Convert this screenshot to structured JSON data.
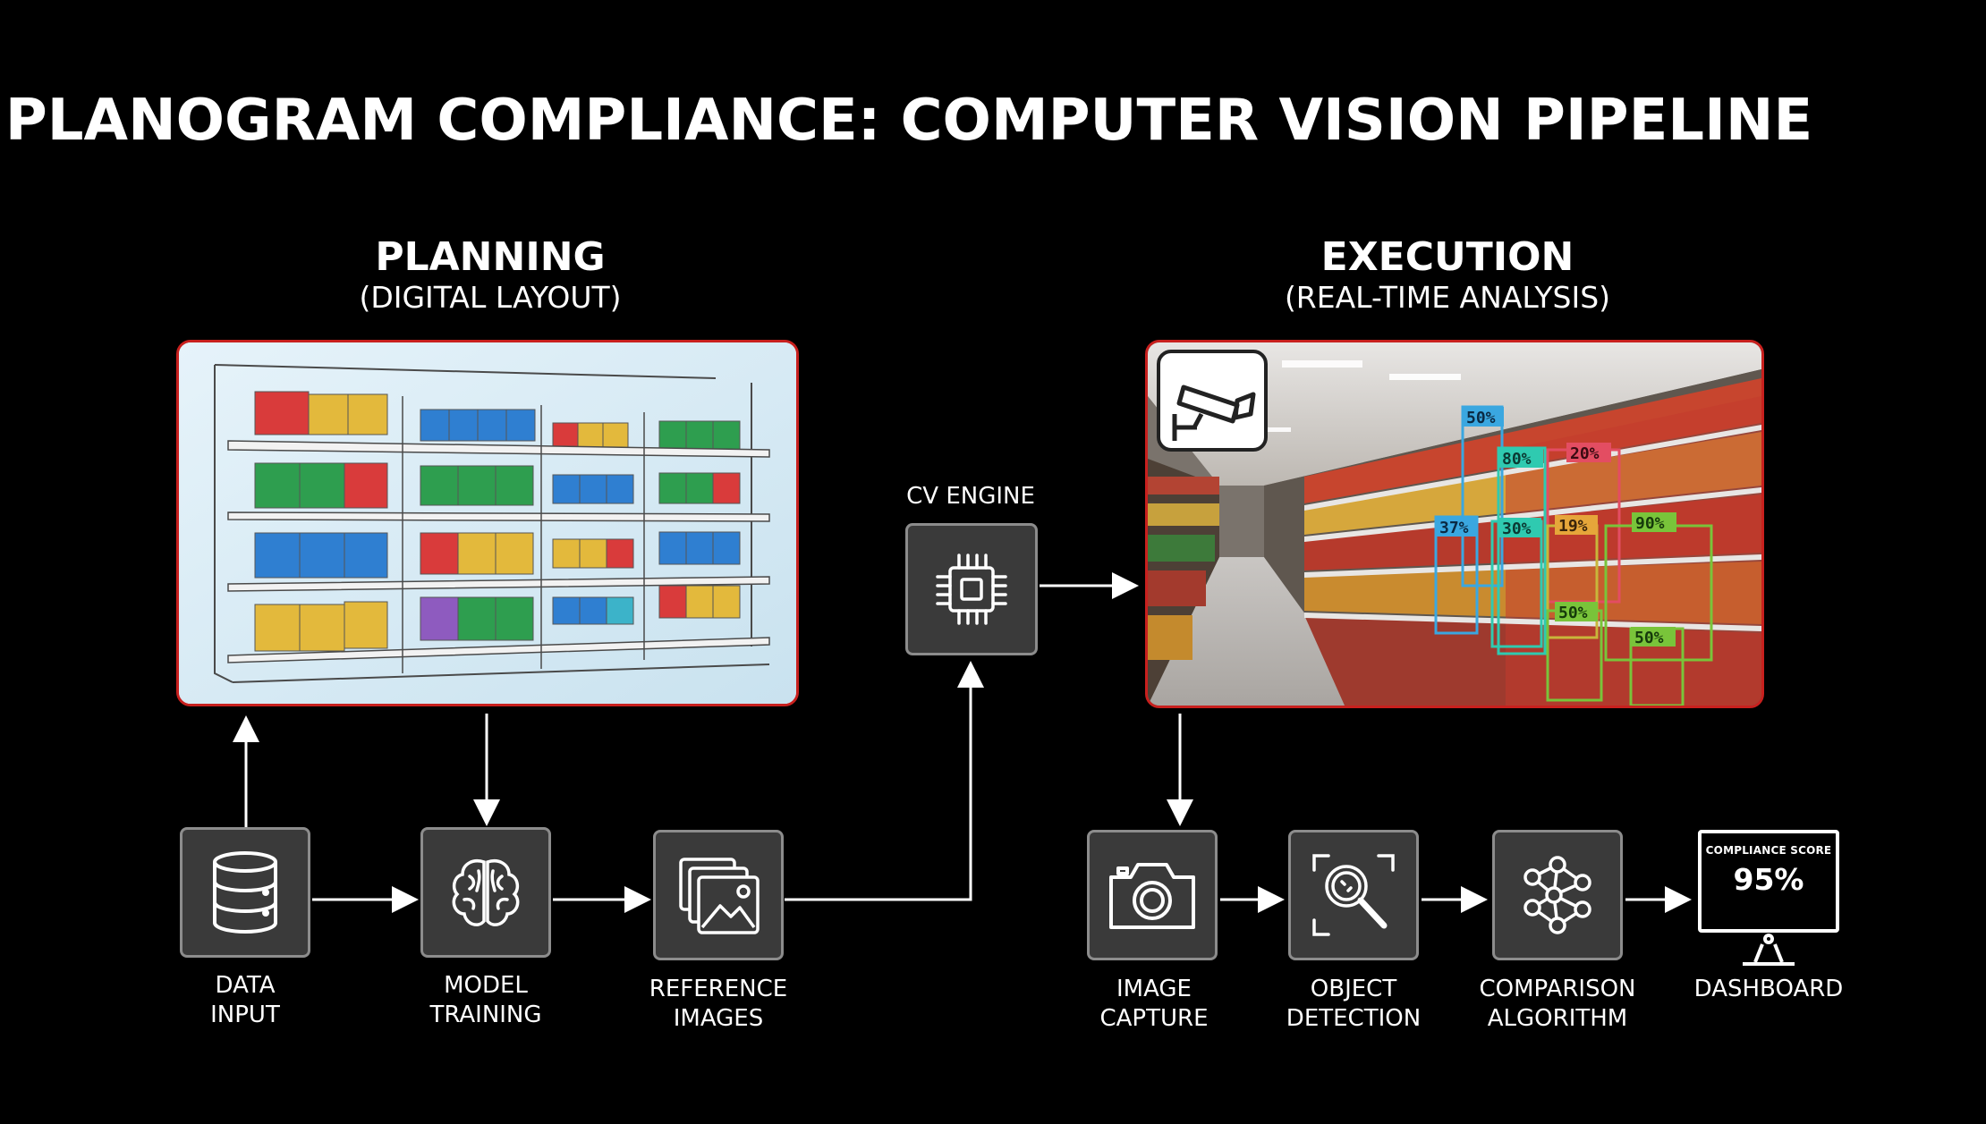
{
  "title": "PLANOGRAM COMPLIANCE: COMPUTER VISION PIPELINE",
  "planning": {
    "heading": "PLANNING",
    "sub": "(DIGITAL LAYOUT)"
  },
  "execution": {
    "heading": "EXECUTION",
    "sub": "(REAL-TIME ANALYSIS)"
  },
  "cv_engine": {
    "label": "CV ENGINE",
    "icon": "chip-icon"
  },
  "planning_nodes": [
    {
      "line1": "DATA",
      "line2": "INPUT",
      "icon": "database-icon"
    },
    {
      "line1": "MODEL",
      "line2": "TRAINING",
      "icon": "brain-icon"
    },
    {
      "line1": "REFERENCE",
      "line2": "IMAGES",
      "icon": "images-icon"
    }
  ],
  "execution_nodes": [
    {
      "line1": "IMAGE",
      "line2": "CAPTURE",
      "icon": "camera-icon"
    },
    {
      "line1": "OBJECT",
      "line2": "DETECTION",
      "icon": "magnifier-icon"
    },
    {
      "line1": "COMPARISON",
      "line2": "ALGORITHM",
      "icon": "network-icon"
    },
    {
      "line1": "DASHBOARD",
      "line2": "",
      "icon": "monitor-icon"
    }
  ],
  "dashboard": {
    "score_label": "COMPLIANCE SCORE",
    "score_value": "95%"
  },
  "detection_labels": [
    "50%",
    "80%",
    "20%",
    "37%",
    "30%",
    "19%",
    "90%",
    "50%",
    "50%"
  ],
  "colors": {
    "accent_border": "#c8201e",
    "node_fill": "#3a3a3a",
    "node_border": "#8c8c8c"
  }
}
